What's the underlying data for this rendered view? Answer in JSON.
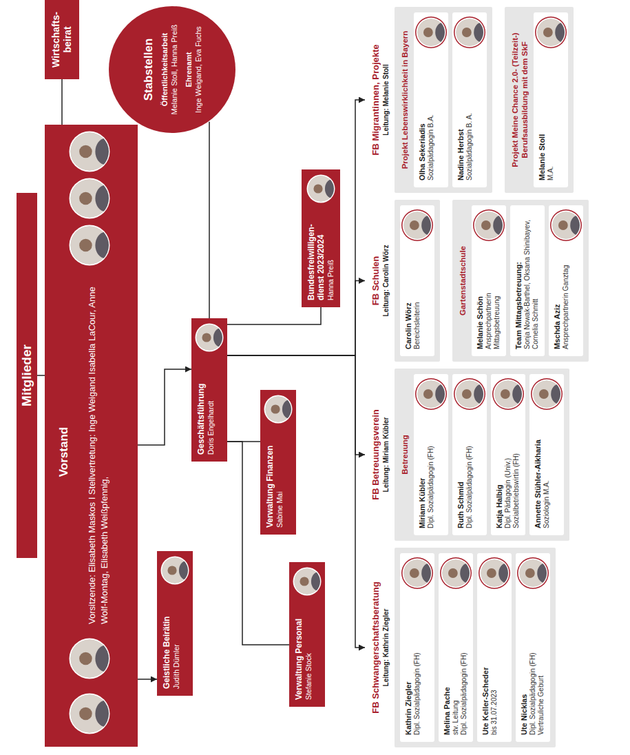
{
  "diagram": {
    "nodes": [
      {
        "text": [
          "Mitglieder"
        ]
      },
      {
        "text": [
          "Vorstand",
          "Vorsitzende: Elisabeth Maskos I Stellvertretung: Inge Weigand Isabella LaCour, Anne Wolf-Montag, Elisabeth Weißpfennig,"
        ]
      },
      {
        "text": [
          "Wirtschafts- beirat"
        ]
      },
      {
        "text": [
          "Geistliche Beirätin",
          "Judith Dümler"
        ]
      },
      {
        "text": [
          "Stabstellen",
          "Öffentlichkeitsarbeit",
          "Melanie Stoll, Hanna Preiß",
          "Ehrenamt",
          "Inge Weigand, Eva Fuchs"
        ]
      },
      {
        "text": [
          "Geschäftsführung",
          "Doris Engelhardt"
        ]
      },
      {
        "text": [
          "Bundesfreiwilligen- dienst 2023/2024",
          "Hanna Preiß"
        ]
      },
      {
        "text": [
          "Verwaltung Finanzen",
          "Sabine Mai"
        ]
      },
      {
        "text": [
          "Verwaltung Personal",
          "Stefanie Stock"
        ]
      },
      {
        "text": [
          "FB Schwangerschaftsberatung",
          "Leitung: Kathrin Ziegler"
        ]
      },
      {
        "text": [
          "Kathrin Ziegler",
          "Dipl. Sozialpädagogin (FH)"
        ],
        "in": 9
      },
      {
        "text": [
          "Melina Pache",
          "stv. Leitung",
          "Dipl. Sozialpädagogin (FH)"
        ],
        "in": 9
      },
      {
        "text": [
          "Ute Keller-Scheder",
          "bis 31.07.2023"
        ],
        "in": 9
      },
      {
        "text": [
          "Ute Nicklas",
          "Dipl. Sozialpädagogin (FH)",
          "Vertrauliche Geburt"
        ],
        "in": 9
      },
      {
        "text": [
          "FB Betreuungsverein",
          "Leitung: Miriam Kübler",
          "Betreuung"
        ]
      },
      {
        "text": [
          "Miriam Kübler",
          "Dipl. Sozialpädagogin (FH)"
        ],
        "in": 14
      },
      {
        "text": [
          "Ruth Schmid",
          "Dipl. Sozialpädagogin (FH)"
        ],
        "in": 14
      },
      {
        "text": [
          "Katja Halbig",
          "Dipl. Pädagogin (Univ.)",
          "Sozialbetriebswirtin (FH)"
        ],
        "in": 14
      },
      {
        "text": [
          "Annette Stühler-Aikharia",
          "Soziologin M.A."
        ],
        "in": 14
      },
      {
        "text": [
          "FB Schulen",
          "Leitung: Carolin Wörz"
        ]
      },
      {
        "text": [
          "Carolin Wörz",
          "Bereichsleiterin"
        ],
        "in": 19
      },
      {
        "text": [
          "Gartenstadtschule"
        ]
      },
      {
        "text": [
          "Melanie Schön",
          "Ansprechpartnerin Mittagsbetreuung"
        ],
        "in": 21
      },
      {
        "text": [
          "Team Mittagsbetreuung:",
          "Sonja Nowak-Barthel, Oksana Shinibayev, Cornelia Schmitt"
        ],
        "in": 21
      },
      {
        "text": [
          "Mschda Aziz",
          "Ansprechpartnerin Ganztag"
        ],
        "in": 21
      },
      {
        "text": [
          "FB Migrantinnen, Projekte",
          "Leitung: Melanie Stoll",
          "Projekt Lebenswirklichkeit in Bayern"
        ]
      },
      {
        "text": [
          "Olha Sekeriadis",
          "Sozialpädagogin B.A."
        ],
        "in": 25
      },
      {
        "text": [
          "Nadine Herbst",
          "Sozialpädagogin B. A."
        ],
        "in": 25
      },
      {
        "text": [
          "Projekt Meine Chance 2.0- (Teilzeit-) Berufsausbildung mit dem SkF"
        ]
      },
      {
        "text": [
          "Melanie Stoll",
          "M.A."
        ],
        "in": 28
      }
    ],
    "edges": [
      {
        "from": 0,
        "to": 1,
        "arrow": "none"
      },
      {
        "from": 1,
        "to": 2,
        "arrow": "none"
      },
      {
        "from": 1,
        "to": 3,
        "arrow": "to"
      },
      {
        "from": 1,
        "to": 5,
        "arrow": "to"
      },
      {
        "from": 5,
        "to": 4,
        "arrow": "none"
      },
      {
        "from": 5,
        "to": 6,
        "arrow": "none"
      },
      {
        "from": 5,
        "to": 7,
        "arrow": "none"
      },
      {
        "from": 5,
        "to": 8,
        "arrow": "none"
      },
      {
        "from": 5,
        "to": 9,
        "arrow": "to"
      },
      {
        "from": 5,
        "to": 14,
        "arrow": "to"
      },
      {
        "from": 5,
        "to": 19,
        "arrow": "to"
      },
      {
        "from": 5,
        "to": 25,
        "arrow": "to"
      }
    ]
  }
}
